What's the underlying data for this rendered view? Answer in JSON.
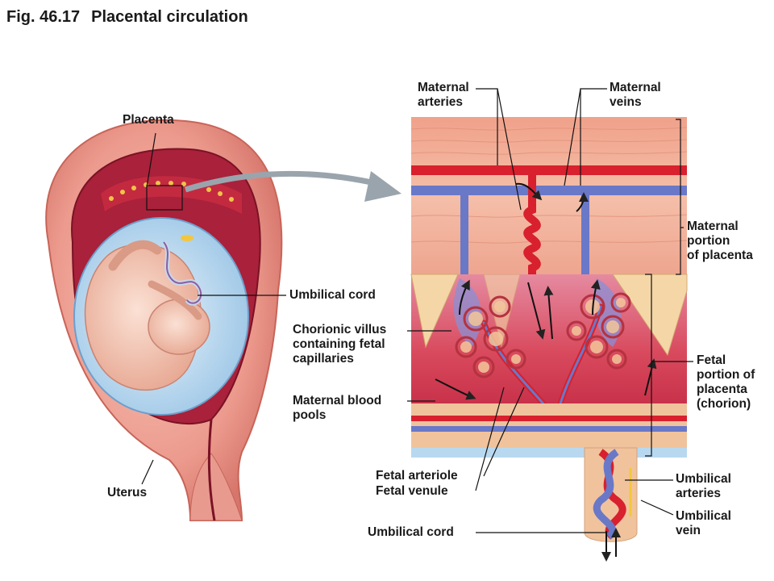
{
  "figure": {
    "number": "Fig. 46.17",
    "title": "Placental circulation"
  },
  "labels": {
    "placenta": "Placenta",
    "umbilical_cord_left": "Umbilical cord",
    "chorionic_villus": [
      "Chorionic villus",
      "containing fetal",
      "capillaries"
    ],
    "maternal_blood_pools": [
      "Maternal blood",
      "pools"
    ],
    "uterus": "Uterus",
    "maternal_arteries": [
      "Maternal",
      "arteries"
    ],
    "maternal_veins": [
      "Maternal",
      "veins"
    ],
    "maternal_portion": [
      "Maternal",
      "portion",
      "of placenta"
    ],
    "fetal_portion": [
      "Fetal",
      "portion of",
      "placenta",
      "(chorion)"
    ],
    "umbilical_arteries": [
      "Umbilical",
      "arteries"
    ],
    "umbilical_vein": [
      "Umbilical",
      "vein"
    ],
    "fetal_arteriole": "Fetal arteriole",
    "fetal_venule": "Fetal venule",
    "umbilical_cord_bottom": "Umbilical cord"
  },
  "colors": {
    "artery_red": "#d8202e",
    "vein_blue": "#6a78c8",
    "tissue_pink": "#f2b9a8",
    "uterus_wall": "#e58f84",
    "amniotic_blue": "#b8d8f0",
    "fetus_skin": "#f3c6b4",
    "blood_pool": "#d94a5e",
    "arrow_gray": "#9aa4ad"
  }
}
